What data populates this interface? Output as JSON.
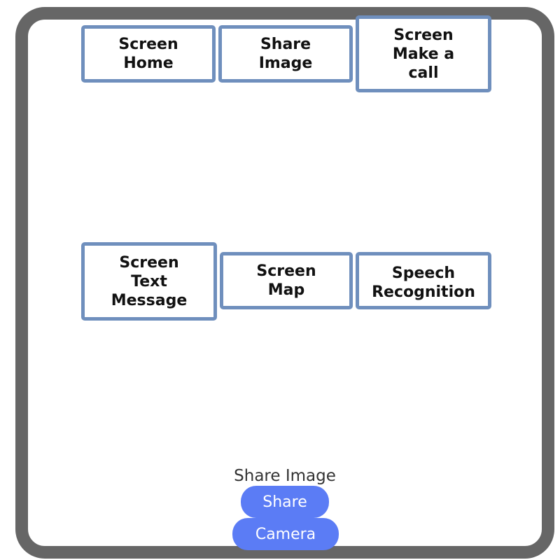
{
  "tiles": [
    {
      "label": "Screen\nHome"
    },
    {
      "label": "Share\nImage"
    },
    {
      "label": "Screen\nMake a\ncall"
    },
    {
      "label": "Screen\nText\nMessage"
    },
    {
      "label": "Screen\nMap"
    },
    {
      "label": "Speech\nRecognition"
    }
  ],
  "footer": {
    "title": "Share Image",
    "share_label": "Share",
    "camera_label": "Camera"
  },
  "colors": {
    "frame": "#666666",
    "tile_border": "#6f8fbd",
    "button": "#5b7cf5"
  }
}
